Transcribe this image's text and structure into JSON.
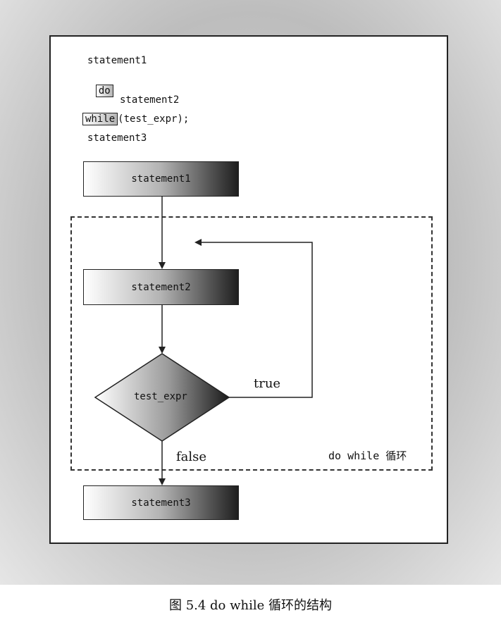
{
  "code": {
    "line1": "statement1",
    "kw_do": "do",
    "line2": "statement2",
    "kw_while": "while",
    "while_rest": "(test_expr);",
    "line3": "statement3"
  },
  "flow": {
    "box1": "statement1",
    "box2": "statement2",
    "decision": "test_expr",
    "box3": "statement3",
    "true_label": "true",
    "false_label": "false",
    "loop_label": "do while 循环"
  },
  "caption": "图 5.4    do while 循环的结构"
}
